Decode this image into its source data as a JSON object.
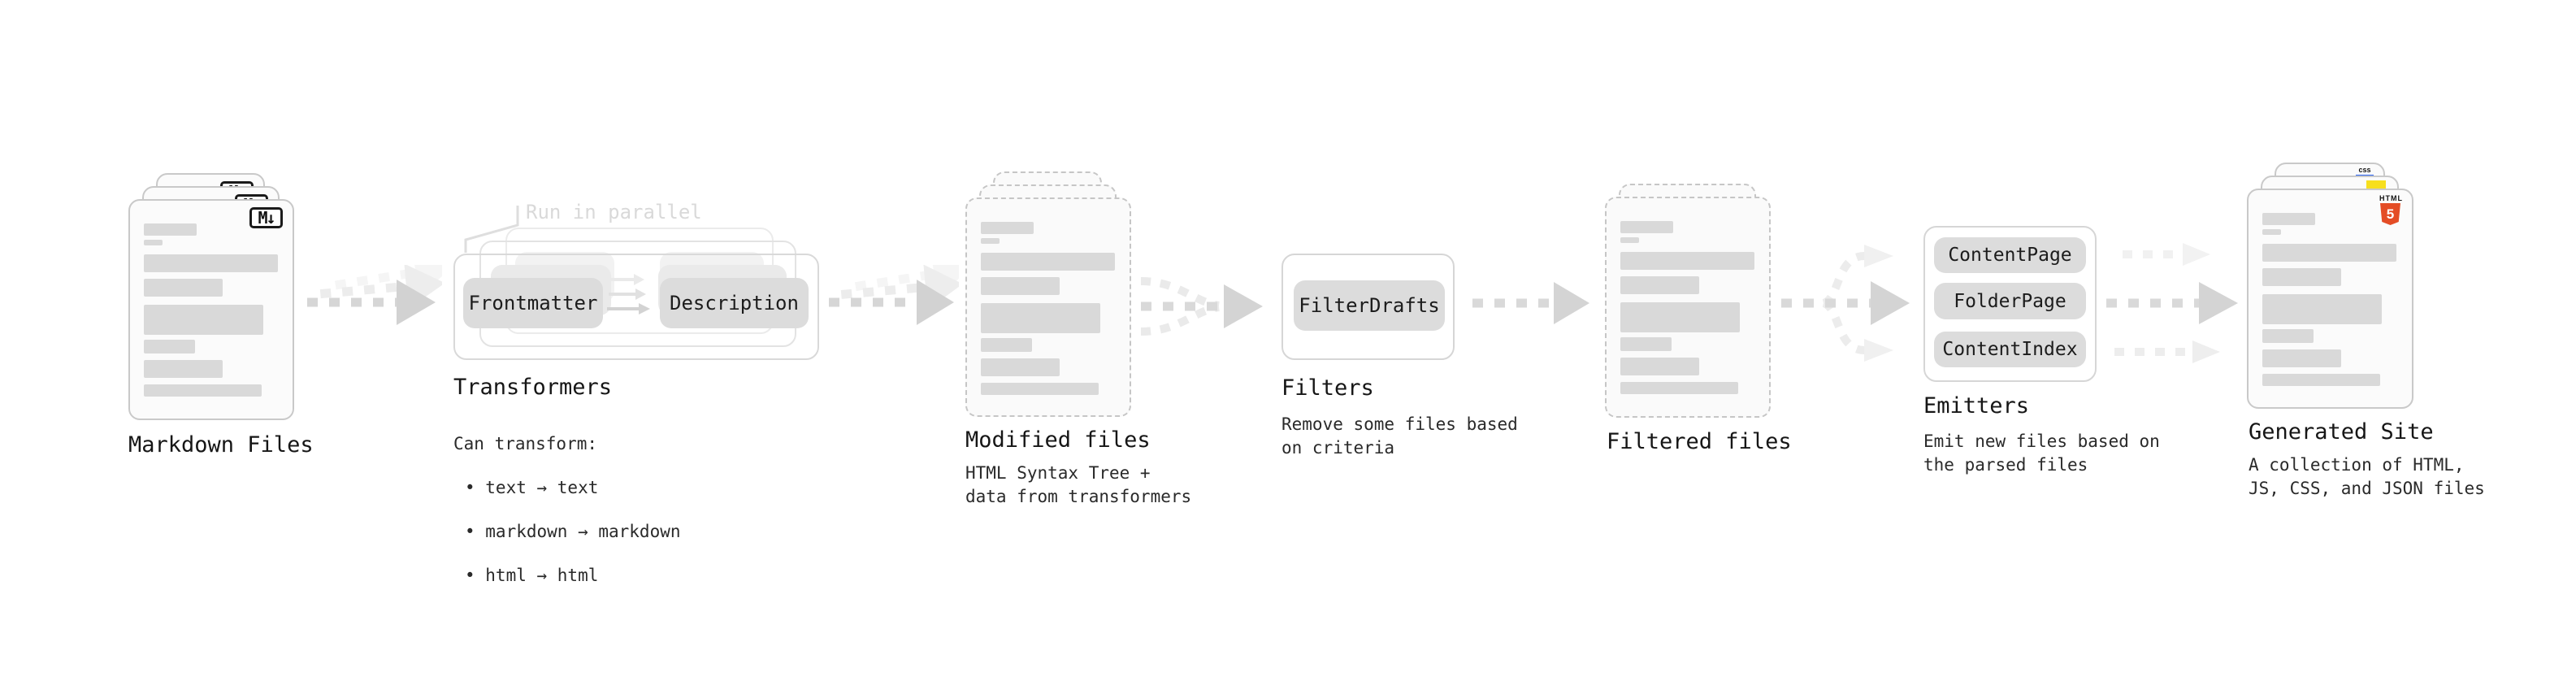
{
  "diagram": {
    "markdown_files": {
      "label": "Markdown Files",
      "badge": "M↓"
    },
    "transformers": {
      "label": "Transformers",
      "note": "Run in parallel",
      "pill_a": "Frontmatter",
      "pill_b": "Description",
      "desc_heading": "Can transform:",
      "bullets": [
        "• text → text",
        "• markdown → markdown",
        "• html → html"
      ]
    },
    "modified_files": {
      "label": "Modified files",
      "desc": "HTML Syntax Tree +\ndata from transformers"
    },
    "filters": {
      "label": "Filters",
      "pill": "FilterDrafts",
      "desc": "Remove some files based\non criteria"
    },
    "filtered_files": {
      "label": "Filtered files"
    },
    "emitters": {
      "label": "Emitters",
      "pills": [
        "ContentPage",
        "FolderPage",
        "ContentIndex"
      ],
      "desc": "Emit new files based on\nthe parsed files"
    },
    "generated_site": {
      "label": "Generated Site",
      "desc": "A collection of HTML,\nJS, CSS, and JSON files",
      "html_badge_word": "HTML",
      "html_badge_number": "5",
      "css_badge_word": "css"
    }
  },
  "colors": {
    "html5_orange": "#e44d26",
    "js_yellow": "#f7df1e",
    "css_blue": "#2962f1",
    "bar_gray": "#d9d9d9",
    "arrow_gray": "#d5d5d5"
  }
}
